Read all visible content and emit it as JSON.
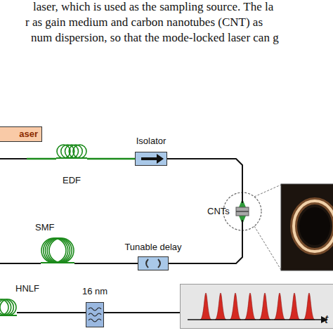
{
  "diagram": {
    "nodes": [
      {
        "text": [
          "aser"
        ]
      },
      {
        "text": [
          "EDF"
        ]
      },
      {
        "text": [
          "Isolator"
        ]
      },
      {
        "text": [
          "CNTs"
        ]
      },
      {
        "text": [
          "Tunable delay"
        ]
      },
      {
        "text": [
          "SMF"
        ]
      },
      {
        "text": [
          "HNLF"
        ]
      },
      {
        "text": [
          "16 nm"
        ]
      },
      {
        "text": [
          "t"
        ]
      }
    ],
    "edges": [
      {
        "from": 1,
        "to": 2,
        "arrow": "none"
      },
      {
        "from": 2,
        "to": 3,
        "arrow": "none"
      },
      {
        "from": 3,
        "to": 4,
        "arrow": "none"
      },
      {
        "from": 4,
        "to": 5,
        "arrow": "none"
      },
      {
        "from": 6,
        "to": 7,
        "arrow": "none"
      },
      {
        "from": 7,
        "to": 8,
        "arrow": "none"
      }
    ],
    "labels": [
      "laser, which is used as the sampling source. The la",
      "r as gain medium and carbon nanotubes (CNT) as",
      "num dispersion, so that the mode-locked laser can g"
    ]
  }
}
